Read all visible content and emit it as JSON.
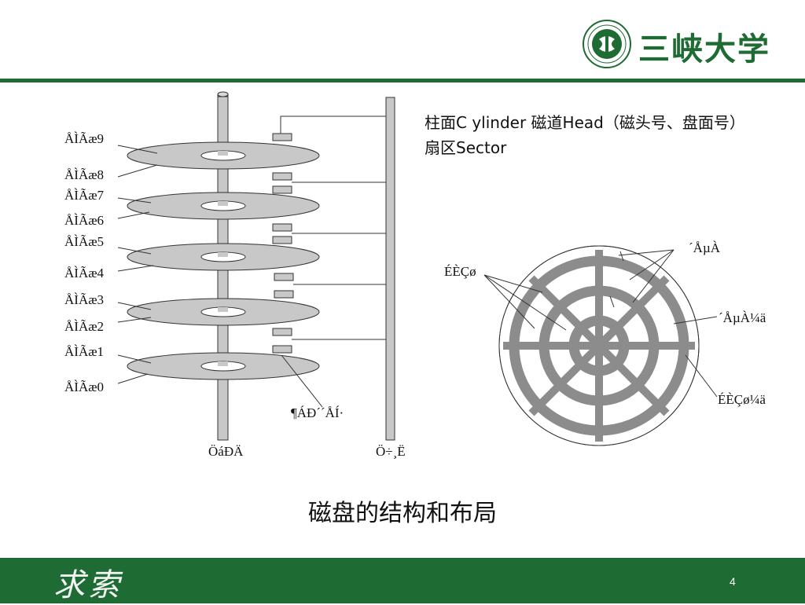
{
  "header": {
    "logo_text": "三峡大学",
    "logo_icon": "university-emblem-icon"
  },
  "caption": {
    "text": "柱面C ylinder  磁道Head（磁头号、盘面号） 扇区Sector"
  },
  "disk_stack": {
    "surface_labels": [
      "ÅÌÃæ9",
      "ÅÌÃæ8",
      "ÅÌÃæ7",
      "ÅÌÃæ6",
      "ÅÌÃæ5",
      "ÅÌÃæ4",
      "ÅÌÃæ3",
      "ÅÌÃæ2",
      "ÅÌÃæ1",
      "ÅÌÃæ0"
    ],
    "head_label": "¶ÁÐ´´ÅÍ·",
    "spindle_label": "ÖáÐÄ",
    "arm_label": "Ö÷¸Ë"
  },
  "platter": {
    "track_label": "´ÅµÀ",
    "sector_label": "ÉÈÇø",
    "track_gap_label": "´ÅµÀ¼ä",
    "sector_gap_label": "ÉÈÇø¼ä"
  },
  "title": "磁盘的结构和布局",
  "footer": {
    "motto": "求索",
    "page_number": "4"
  },
  "colors": {
    "brand_green": "#1e6b33",
    "disk_gray": "#c8c8c8",
    "track_gray": "#8c8c8c"
  }
}
